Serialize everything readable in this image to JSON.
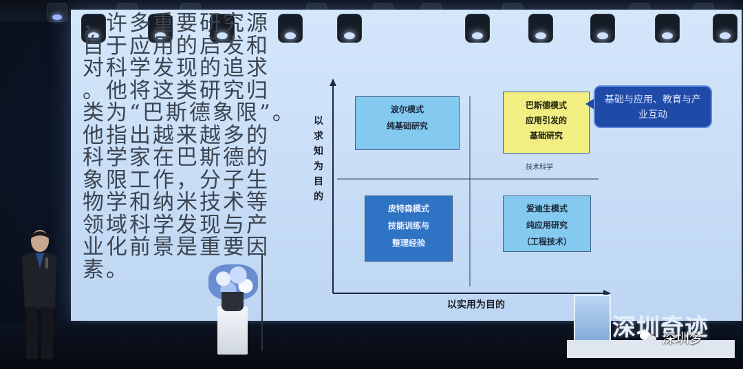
{
  "slide": {
    "left_text_lines": [
      "，许多重要研究源",
      "自于应用的启发和",
      "对科学发现的追求",
      "。他将这类研究归",
      "类为“巴斯德象限”。",
      "他指出越来越多的",
      "科学家在巴斯德的",
      "象限工作，分子生",
      "物学和纳米技术等",
      "领域科学发现与产",
      "业化前景是重要因",
      "素。"
    ],
    "y_axis_label": "以求知为目的",
    "x_axis_label": "以实用为目的",
    "quadrants": {
      "bohr": {
        "title": "波尔模式",
        "desc": "纯基础研究"
      },
      "pasteur": {
        "title": "巴斯德模式",
        "desc_line1": "应用引发的",
        "desc_line2": "基础研究"
      },
      "pierce": {
        "title": "皮特森模式",
        "desc_line1": "技能训练与",
        "desc_line2": "整理经验"
      },
      "edison": {
        "title": "爱迪生模式",
        "desc_line1": "纯应用研究",
        "desc_line2": "（工程技术）"
      }
    },
    "tech_science_caption": "技术科学",
    "callout": "基础与应用、教育与产业互动",
    "colors": {
      "screen": "#c9ddf6",
      "quad_light": "#84caf0",
      "quad_yellow": "#f2ee82",
      "quad_dark": "#2f74c4",
      "callout": "#1f4aa8"
    }
  },
  "stage": {
    "sign_text": "深圳奇迹",
    "watermark": "深圳梦",
    "watermark_icon": "wechat-icon"
  }
}
